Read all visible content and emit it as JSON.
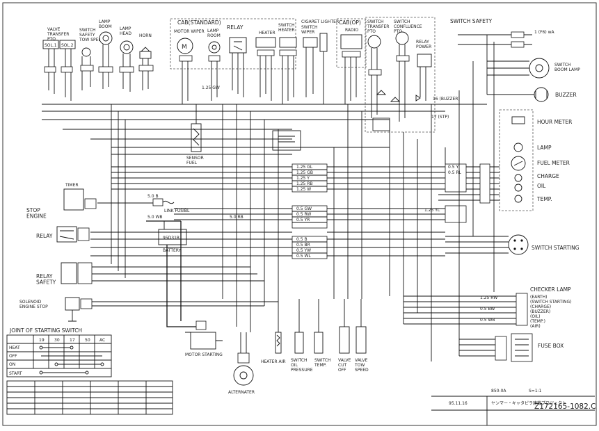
{
  "components": {
    "valve_transfer_pto": "VALVE\nTRANSFER\nPTO",
    "sol1": "SOL.1",
    "sol2": "SOL.2",
    "switch_safety_tow_speed": "SWITCH\nSAFETY\nTOW SPEED",
    "lamp_boom": "LAMP\nBOOM",
    "lamp_head": "LAMP\nHEAD",
    "horn": "HORN",
    "cab_standard": "CAB(STANDARD)",
    "motor_wiper": "MOTOR WIPER",
    "lamp_room": "LAMP\nROOM",
    "relay_top": "RELAY",
    "heater": "HEATER",
    "switch_heater": "SWITCH\nHEATER",
    "cigaret_lighter": "CIGARET LIGHTER",
    "switch_wiper": "SWITCH\nWIPER",
    "cab_op": "CAB(OP)",
    "radio": "RADIO",
    "switch_transfer_pto": "SWITCH\nTRANSFER\nPTO",
    "switch_confluence_pto": "SWITCH\nCONFLUENCE\nPTO",
    "relay_power": "RELAY\nPOWER",
    "switch_safety": "SWITCH SAFETY",
    "switch_boom_lamp": "SWITCH\nBOOM LAMP",
    "buzzer": "BUZZER",
    "buzzer_tag": "(BUZZER)",
    "stp_tag": "(STP)",
    "hour_meter": "HOUR METER",
    "lamp": "LAMP",
    "fuel_meter": "FUEL METER",
    "charge": "CHARGE",
    "oil": "OIL",
    "temp": "TEMP.",
    "sensor_fuel": "SENSOR\nFUEL",
    "timer": "TIMER",
    "stop_engine": "STOP\nENGINE",
    "relay_left": "RELAY",
    "link_fusible": "LINK FUSIBL",
    "battery": "BATTERY",
    "battery_model": "95D31R",
    "relay_safety": "RELAY\nSAFETY",
    "solenoid_engine_stop": "SOLENOID\nENGINE STOP",
    "switch_starting": "SWITCH STARTING",
    "checker_lamp": "CHECKER LAMP",
    "checker_items": [
      "(EARTH)",
      "(SWITCH STARTING)",
      "(CHARGE)",
      "(BUZZER)",
      "(OIL)",
      "(TEMP.)",
      "(AIR)"
    ],
    "fuse_box": "FUSE BOX",
    "motor_starting": "MOTOR STARTING",
    "heater_air": "HEATER AIR",
    "switch_oil_pressure": "SWITCH\nOIL\nPRESSURE",
    "switch_temp": "SWITCH\nTEMP.",
    "valve_cut_off": "VALVE\nCUT\nOFF",
    "valve_tow_speed": "VALVE\nTOW\nSPEED",
    "alternator": "ALTERNATER"
  },
  "joint_table": {
    "title": "JOINT OF STARTING SWITCH",
    "columns": [
      "",
      "19",
      "30",
      "17",
      "50",
      "AC"
    ],
    "rows": [
      "HEAT",
      "OFF",
      "ON",
      "START"
    ]
  },
  "wire_labels": [
    "1.25 GL",
    "1.25 GB",
    "1.25 Y",
    "1.25 RB",
    "1.25 W",
    "0.5 GW",
    "0.5 RW",
    "0.5 YR",
    "0.5 B",
    "0.5 BR",
    "0.5 YW",
    "0.5 WL",
    "0.5 Y",
    "0.5 RL",
    "5.0 RB",
    "5.0 WB",
    "5.0 B",
    "1.25 GW",
    "1.25 YL",
    "1.25 RW",
    "0.5 BW",
    "0.5 WB"
  ],
  "title_block": {
    "date": "95.11.16",
    "company": "ヤンマー・キャタピラ建機プロジェクト",
    "drawing_no": "Z172165-1082.C",
    "scale_text": "S=1:1",
    "sheet_code": "850-0A"
  },
  "misc_labels": {
    "earth_ref": "1 (F6) wA",
    "stp": "17 (STP)",
    "buzzer_wire": "16 (BUZZER)"
  }
}
